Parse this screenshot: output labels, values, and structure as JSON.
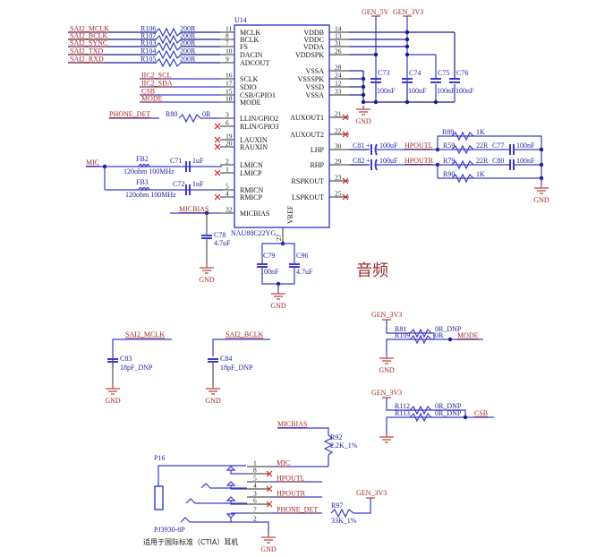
{
  "sheet_title": "音频",
  "footnote": "适用于国际标准（CTIA）耳机",
  "ic": {
    "ref": "U14",
    "part": "NAU88C22YG",
    "left_pins": [
      {
        "num": "11",
        "name": "MCLK"
      },
      {
        "num": "8",
        "name": "BCLK"
      },
      {
        "num": "7",
        "name": "FS"
      },
      {
        "num": "10",
        "name": "DACIN"
      },
      {
        "num": "9",
        "name": "ADCOUT"
      },
      {
        "num": "16",
        "name": "SCLK"
      },
      {
        "num": "17",
        "name": "SDIO"
      },
      {
        "num": "15",
        "name": "CSB/GPIO1"
      },
      {
        "num": "18",
        "name": "MODE"
      },
      {
        "num": "3",
        "name": "LLIN/GPIO2"
      },
      {
        "num": "6",
        "name": "RLIN/GPIO3"
      },
      {
        "num": "19",
        "name": "LAUXIN"
      },
      {
        "num": "20",
        "name": "RAUXIN"
      },
      {
        "num": "2",
        "name": "LMICN"
      },
      {
        "num": "1",
        "name": "LMICP"
      },
      {
        "num": "5",
        "name": "RMICN"
      },
      {
        "num": "4",
        "name": "RMICP"
      },
      {
        "num": "32",
        "name": "MICBIAS"
      }
    ],
    "right_pins": [
      {
        "num": "14",
        "name": "VDDB"
      },
      {
        "num": "13",
        "name": "VDDC"
      },
      {
        "num": "31",
        "name": "VDDA"
      },
      {
        "num": "26",
        "name": "VDDSPK"
      },
      {
        "num": "28",
        "name": "VSSA"
      },
      {
        "num": "24",
        "name": "VSSSPK"
      },
      {
        "num": "12",
        "name": "VSSD"
      },
      {
        "num": "33",
        "name": "VSSA"
      },
      {
        "num": "21",
        "name": "AUXOUT1"
      },
      {
        "num": "22",
        "name": "AUXOUT2"
      },
      {
        "num": "30",
        "name": "LHP"
      },
      {
        "num": "29",
        "name": "RHP"
      },
      {
        "num": "23",
        "name": "RSPKOUT"
      },
      {
        "num": "25",
        "name": "LSPKOUT"
      }
    ],
    "bottom_pin": {
      "num": "27",
      "name": "VREF"
    }
  },
  "sai_resistors": [
    {
      "net": "SAI2_MCLK",
      "ref": "R106",
      "value": "200R"
    },
    {
      "net": "SAI2_BCLK",
      "ref": "R107",
      "value": "200R"
    },
    {
      "net": "SAI2_SYNC",
      "ref": "R103",
      "value": "200R"
    },
    {
      "net": "SAI2_TXD",
      "ref": "R104",
      "value": "200R"
    },
    {
      "net": "SAI2_RXD",
      "ref": "R105",
      "value": "200R"
    }
  ],
  "ctrl_nets": [
    "IIC2_SCL",
    "IIC2_SDA",
    "CSB",
    "MODE"
  ],
  "phone_det": {
    "net": "PHONE_DET",
    "ref": "R80",
    "value": "0R"
  },
  "mic": {
    "net": "MIC",
    "fb2": {
      "ref": "FB2",
      "value": "120ohm 100MHz"
    },
    "fb3": {
      "ref": "FB3",
      "value": "120ohm 100MHz"
    },
    "c71": {
      "ref": "C71",
      "value": "1uF"
    },
    "c72": {
      "ref": "C72",
      "value": "1uF"
    }
  },
  "micbias": {
    "net": "MICBIAS",
    "cap": {
      "ref": "C78",
      "value": "4.7uF"
    }
  },
  "vref_caps": [
    {
      "ref": "C79",
      "value": "100nF"
    },
    {
      "ref": "C96",
      "value": "4.7uF"
    }
  ],
  "power": {
    "rail1": "GEN_5V",
    "rail2": "GEN_3V3",
    "caps": [
      {
        "ref": "C73",
        "value": "100nF"
      },
      {
        "ref": "C74",
        "value": "100nF"
      },
      {
        "ref": "C75",
        "value": "100nF"
      },
      {
        "ref": "C76",
        "value": "100nF"
      }
    ]
  },
  "gnd": "GND",
  "hp_out": {
    "c81": {
      "ref": "C81",
      "value": "100uF"
    },
    "c82": {
      "ref": "C82",
      "value": "100uF"
    },
    "left_net": "HPOUTL",
    "right_net": "HPOUTR",
    "r89": {
      "ref": "R89",
      "value": "1K"
    },
    "r59": {
      "ref": "R59",
      "value": "22R"
    },
    "c77": {
      "ref": "C77",
      "value": "100nF"
    },
    "r79": {
      "ref": "R79",
      "value": "22R"
    },
    "c80": {
      "ref": "C80",
      "value": "100nF"
    },
    "r90": {
      "ref": "R90",
      "value": "1K"
    }
  },
  "clk_caps": [
    {
      "net": "SAI2_MCLK",
      "ref": "C83",
      "value": "18pF_DNP"
    },
    {
      "net": "SAI2_BCLK",
      "ref": "C84",
      "value": "18pF_DNP"
    }
  ],
  "mode_strap": {
    "rail": "GEN_3V3",
    "net": "MODE",
    "r_up": {
      "ref": "R81",
      "value": "0R_DNP"
    },
    "r_dn": {
      "ref": "R109",
      "value": "0R"
    }
  },
  "csb_strap": {
    "rail": "GEN_3V3",
    "net": "CSB",
    "r_up": {
      "ref": "R112",
      "value": "0R_DNP"
    },
    "r_dn": {
      "ref": "R113",
      "value": "0R_DNP"
    }
  },
  "jack": {
    "ref": "P16",
    "part": "PJ3930-8P",
    "pins": [
      {
        "num": "1",
        "net": "MIC"
      },
      {
        "num": "8",
        "net": ""
      },
      {
        "num": "5",
        "net": "HPOUTL"
      },
      {
        "num": "4",
        "net": ""
      },
      {
        "num": "3",
        "net": "HPOUTR"
      },
      {
        "num": "6",
        "net": ""
      },
      {
        "num": "7",
        "net": "PHONE_DET"
      },
      {
        "num": "2",
        "net": ""
      }
    ],
    "micbias_net": "MICBIAS",
    "r92": {
      "ref": "R92",
      "value": "2.2K_1%"
    },
    "r97": {
      "ref": "R97",
      "value": "33K_1%"
    },
    "pullup_rail": "GEN_3V3"
  }
}
